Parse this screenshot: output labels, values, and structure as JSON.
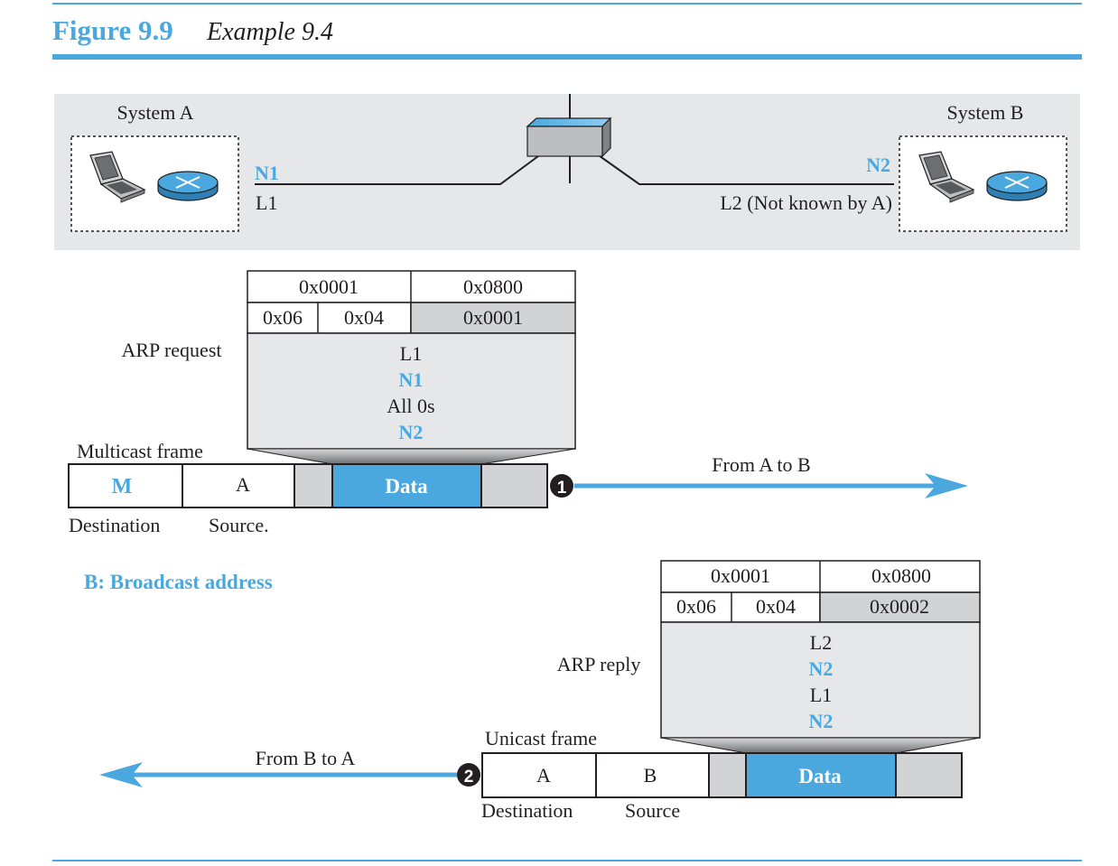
{
  "figure": {
    "number": "Figure 9.9",
    "title": "Example 9.4"
  },
  "network": {
    "system_a": "System A",
    "system_b": "System B",
    "n1": "N1",
    "l1": "L1",
    "n2": "N2",
    "l2": "L2 (Not known by A)"
  },
  "request": {
    "label": "ARP request",
    "htype": "0x0001",
    "ptype": "0x0800",
    "hlen": "0x06",
    "plen": "0x04",
    "oper": "0x0001",
    "body": [
      "L1",
      "N1",
      "All 0s",
      "N2"
    ],
    "frame_label": "Multicast frame",
    "dest": "M",
    "src": "A",
    "data": "Data",
    "dest_caption": "Destination",
    "src_caption": "Source.",
    "step": "1",
    "direction": "From A to B"
  },
  "broadcast_note": "B: Broadcast address",
  "reply": {
    "label": "ARP reply",
    "htype": "0x0001",
    "ptype": "0x0800",
    "hlen": "0x06",
    "plen": "0x04",
    "oper": "0x0002",
    "body": [
      "L2",
      "N2",
      "L1",
      "N2"
    ],
    "frame_label": "Unicast frame",
    "dest": "A",
    "src": "B",
    "data": "Data",
    "dest_caption": "Destination",
    "src_caption": "Source",
    "step": "2",
    "direction": "From B to A"
  },
  "colors": {
    "accent": "#4aa8de",
    "panel": "#e6e7e8",
    "cell_gray": "#d1d3d4",
    "text": "#231f20"
  }
}
